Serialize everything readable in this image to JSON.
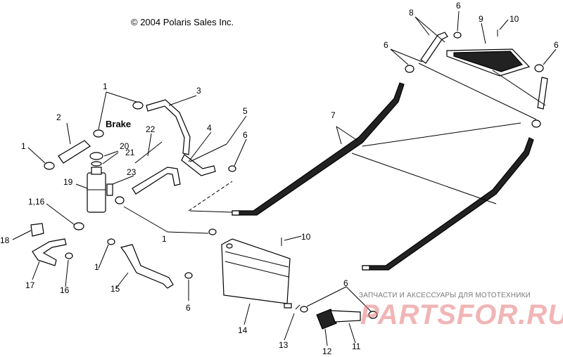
{
  "copyright": "© 2004 Polaris Sales Inc.",
  "brake_label": "Brake",
  "watermark": {
    "tagline": "ЗАПЧАСТИ И АКСЕССУАРЫ ДЛЯ МОТОТЕХНИКИ",
    "logo": "PARTSFOR.RU"
  },
  "callouts": {
    "c1a": "1",
    "c1b": "1",
    "c1c": "1",
    "c1d": "1",
    "c1_16": "1,16",
    "c2": "2",
    "c3": "3",
    "c4": "4",
    "c5": "5",
    "c6a": "6",
    "c6b": "6",
    "c6c": "6",
    "c6d": "6",
    "c6e": "6",
    "c6f": "6",
    "c7": "7",
    "c8": "8",
    "c9": "9",
    "c10a": "10",
    "c10b": "10",
    "c11": "11",
    "c12": "12",
    "c13": "13",
    "c14": "14",
    "c15": "15",
    "c16": "16",
    "c17": "17",
    "c18": "18",
    "c19": "19",
    "c20": "20",
    "c21": "21",
    "c22": "22",
    "c23": "23"
  }
}
